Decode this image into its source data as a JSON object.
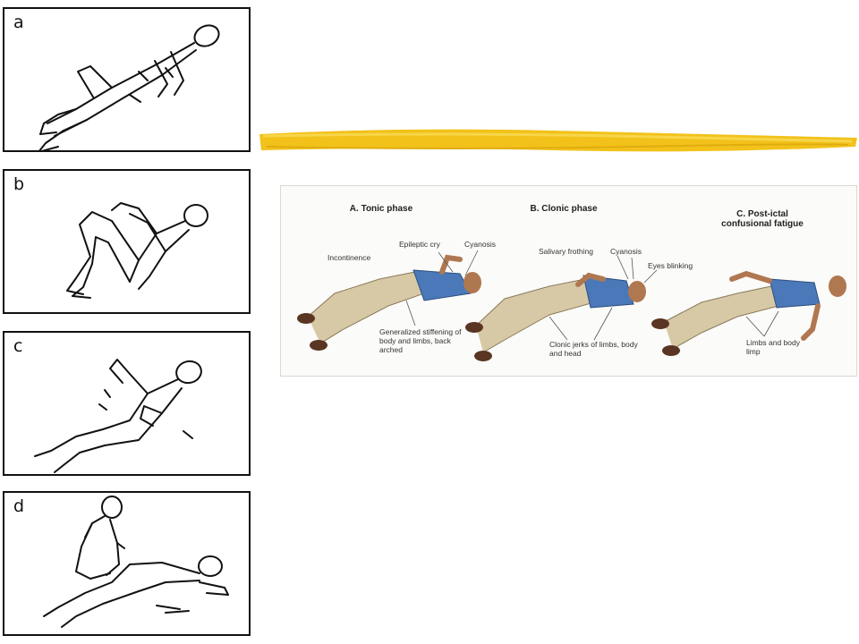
{
  "panels": [
    {
      "letter": "a"
    },
    {
      "letter": "b"
    },
    {
      "letter": "c"
    },
    {
      "letter": "d"
    }
  ],
  "colors": {
    "brush": "#f2c21a",
    "shirt": "#4a78b8",
    "trousers": "#d8c9a6",
    "skin": "#b07850",
    "shoes": "#5a3524",
    "line": "#111111"
  },
  "figure": {
    "phases": [
      {
        "title": "A. Tonic phase"
      },
      {
        "title": "B. Clonic phase"
      },
      {
        "title": "C. Post-ictal confusional fatigue"
      }
    ],
    "labels": {
      "incontinence": "Incontinence",
      "epileptic_cry": "Epileptic cry",
      "cyanosis_a": "Cyanosis",
      "stiffening": "Generalized stiffening of body and limbs, back arched",
      "salivary": "Salivary frothing",
      "cyanosis_b": "Cyanosis",
      "eyes_blinking": "Eyes blinking",
      "clonic_jerks": "Clonic jerks of limbs, body and head",
      "limbs_limp": "Limbs and body limp"
    }
  }
}
